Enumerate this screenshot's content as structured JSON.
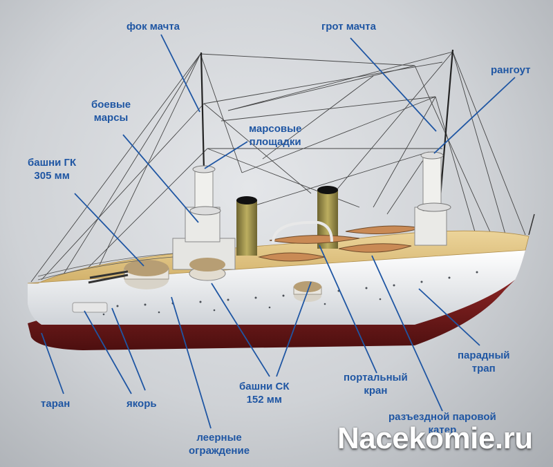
{
  "labels": {
    "fok_machta": "фок мачта",
    "grot_machta": "грот мачта",
    "rangout": "рангоут",
    "boevye_marsy": [
      "боевые",
      "марсы"
    ],
    "marsovye_ploshchadki": [
      "марсовые",
      "площадки"
    ],
    "bashni_gk": [
      "башни ГК",
      "305 мм"
    ],
    "bashni_sk": [
      "башни СК",
      "152 мм"
    ],
    "paradnyi_trap": [
      "парадный",
      "трап"
    ],
    "portalnyi_kran": [
      "портальный",
      "кран"
    ],
    "raz_kater": [
      "разъездной паровой",
      "катер"
    ],
    "taran": "таран",
    "yakor": "якорь",
    "leernye": [
      "леерные",
      "ограждение"
    ]
  },
  "watermark": "Nacekomie.ru",
  "colors": {
    "label": "#1f56a3",
    "hull_white": "#eef0f2",
    "hull_red": "#7a1c1c",
    "deck": "#e2c98a",
    "funnel": "#9a8f4a",
    "rigging": "#2b2b2b"
  }
}
